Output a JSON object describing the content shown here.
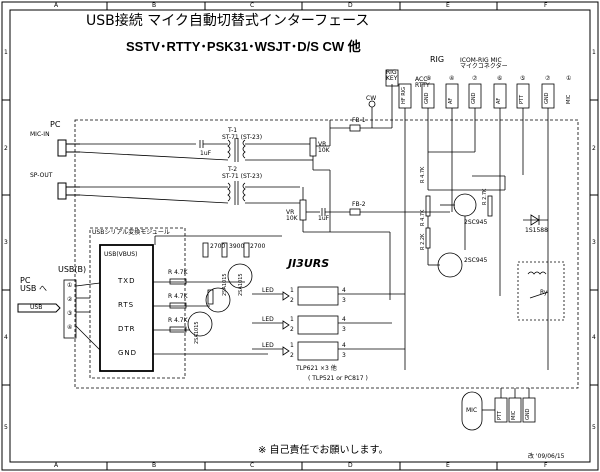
{
  "title": "USB接続 マイク自動切替式インターフェース",
  "subtitle": "SSTV･RTTY･PSK31･WSJT･D/S CW  他",
  "callsign": "JI3URS",
  "footer_note": "※ 自己責任でお願いします。",
  "revision": "改 '09/06/15",
  "border": {
    "cols": [
      "A",
      "B",
      "C",
      "D",
      "E",
      "F"
    ],
    "rows": [
      "1",
      "2",
      "3",
      "4",
      "5"
    ]
  },
  "pc": {
    "label": "PC",
    "mic_in": "MIC-IN",
    "sp_out": "SP-OUT",
    "usb_label": "PC\nUSB へ",
    "usb_b": "USB(B)",
    "usb_plug": "USB",
    "usb_pins": [
      "①",
      "②",
      "③",
      "④"
    ]
  },
  "usb_module": {
    "title": "USBシリアル変換モジュール",
    "chip": "USB(VBUS)",
    "signals": [
      "TXD",
      "RTS",
      "DTR",
      "GND"
    ]
  },
  "transformers": [
    {
      "ref": "T-1",
      "part": "ST-71  (ST-23)"
    },
    {
      "ref": "T-2",
      "part": "ST-71  (ST-23)"
    }
  ],
  "components": {
    "fb1": "FB-1",
    "fb2": "FB-2",
    "vr1": "VR\n10K",
    "vr2": "VR\n10K",
    "cap1": "1uF",
    "cap2": "1uF",
    "r_47k": "R 4.7K",
    "r_27k": "R 2.7K",
    "r_22k": "R 2.2K",
    "r_2700": "2700",
    "r_3900": "3900",
    "tr1": "2SC945",
    "tr2": "2SC945",
    "tr_a": "2SA1015",
    "tr_b": "2SA1015",
    "tr_c": "2SA1015",
    "diode": "1S1588",
    "relay": "Ry",
    "led": "LED",
    "photocoupler": "TLP621 ×3 他",
    "photocoupler_alt": "( TLP521 or PC817 )",
    "pc_pins": [
      "1",
      "2",
      "3",
      "4"
    ]
  },
  "rig": {
    "label": "RIG",
    "mic_connector": "ICOM-RIG MIC\nマイクコネクター",
    "rig_key": "RIG\nKEY",
    "cw": "CW",
    "acc_rtty": "ACC\nRTTY",
    "hf_rig": "HF RIG",
    "pins": [
      {
        "num": "⑧",
        "name": "GND"
      },
      {
        "num": "④",
        "name": "AF"
      },
      {
        "num": "⑦",
        "name": "GND"
      },
      {
        "num": "⑥",
        "name": "AF"
      },
      {
        "num": "⑤",
        "name": "PTT"
      },
      {
        "num": "⑦",
        "name": "GND"
      },
      {
        "num": "①",
        "name": "MIC"
      }
    ]
  },
  "mic_plug": {
    "label": "MIC",
    "pins": [
      "PTT",
      "MIC",
      "GND"
    ]
  }
}
